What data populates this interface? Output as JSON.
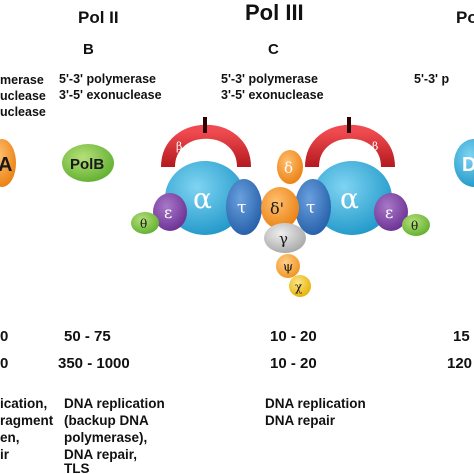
{
  "col_left": {
    "function_1": "merase",
    "function_2": "uclease",
    "function_3": "uclease",
    "molecule": "A",
    "rate_1": "0",
    "rate_2": "0",
    "role_1": "ication,",
    "role_2": "ragment",
    "role_3": "en,",
    "role_4": "ir"
  },
  "pol2": {
    "title": "Pol II",
    "letter": "B",
    "function_1": "5'-3' polymerase",
    "function_2": "3'-5' exonuclease",
    "molecule": "PolB",
    "rate_1": "50 - 75",
    "rate_2": "350 - 1000",
    "role_1": "DNA replication",
    "role_2": "(backup DNA",
    "role_3": "polymerase),",
    "role_4": "DNA repair,",
    "role_5": "TLS"
  },
  "pol3": {
    "title": "Pol III",
    "letter": "C",
    "function_1": "5'-3' polymerase",
    "function_2": "3'-5' exonuclease",
    "subunits": {
      "alpha": "α",
      "beta": "β",
      "epsilon": "ε",
      "theta": "θ",
      "tau": "τ",
      "delta": "δ",
      "delta_prime": "δ'",
      "gamma": "γ",
      "psi": "ψ",
      "chi": "χ"
    },
    "rate_1": "10 - 20",
    "rate_2": "10 - 20",
    "role_1": "DNA replication",
    "role_2": "DNA repair"
  },
  "col_right": {
    "title": "Po",
    "function_1": "5'-3' p",
    "molecule": "D",
    "rate_1": "15",
    "rate_2": "120"
  },
  "colors": {
    "orange": "#f08a1c",
    "green": "#7cc143",
    "blue": "#29a9d6",
    "tau_blue": "#2f6db5",
    "red": "#d8262c",
    "purple": "#7a3fa0",
    "yellow": "#f7c21a",
    "light_orange": "#f6a23a",
    "gray": "#b9b9b9"
  }
}
